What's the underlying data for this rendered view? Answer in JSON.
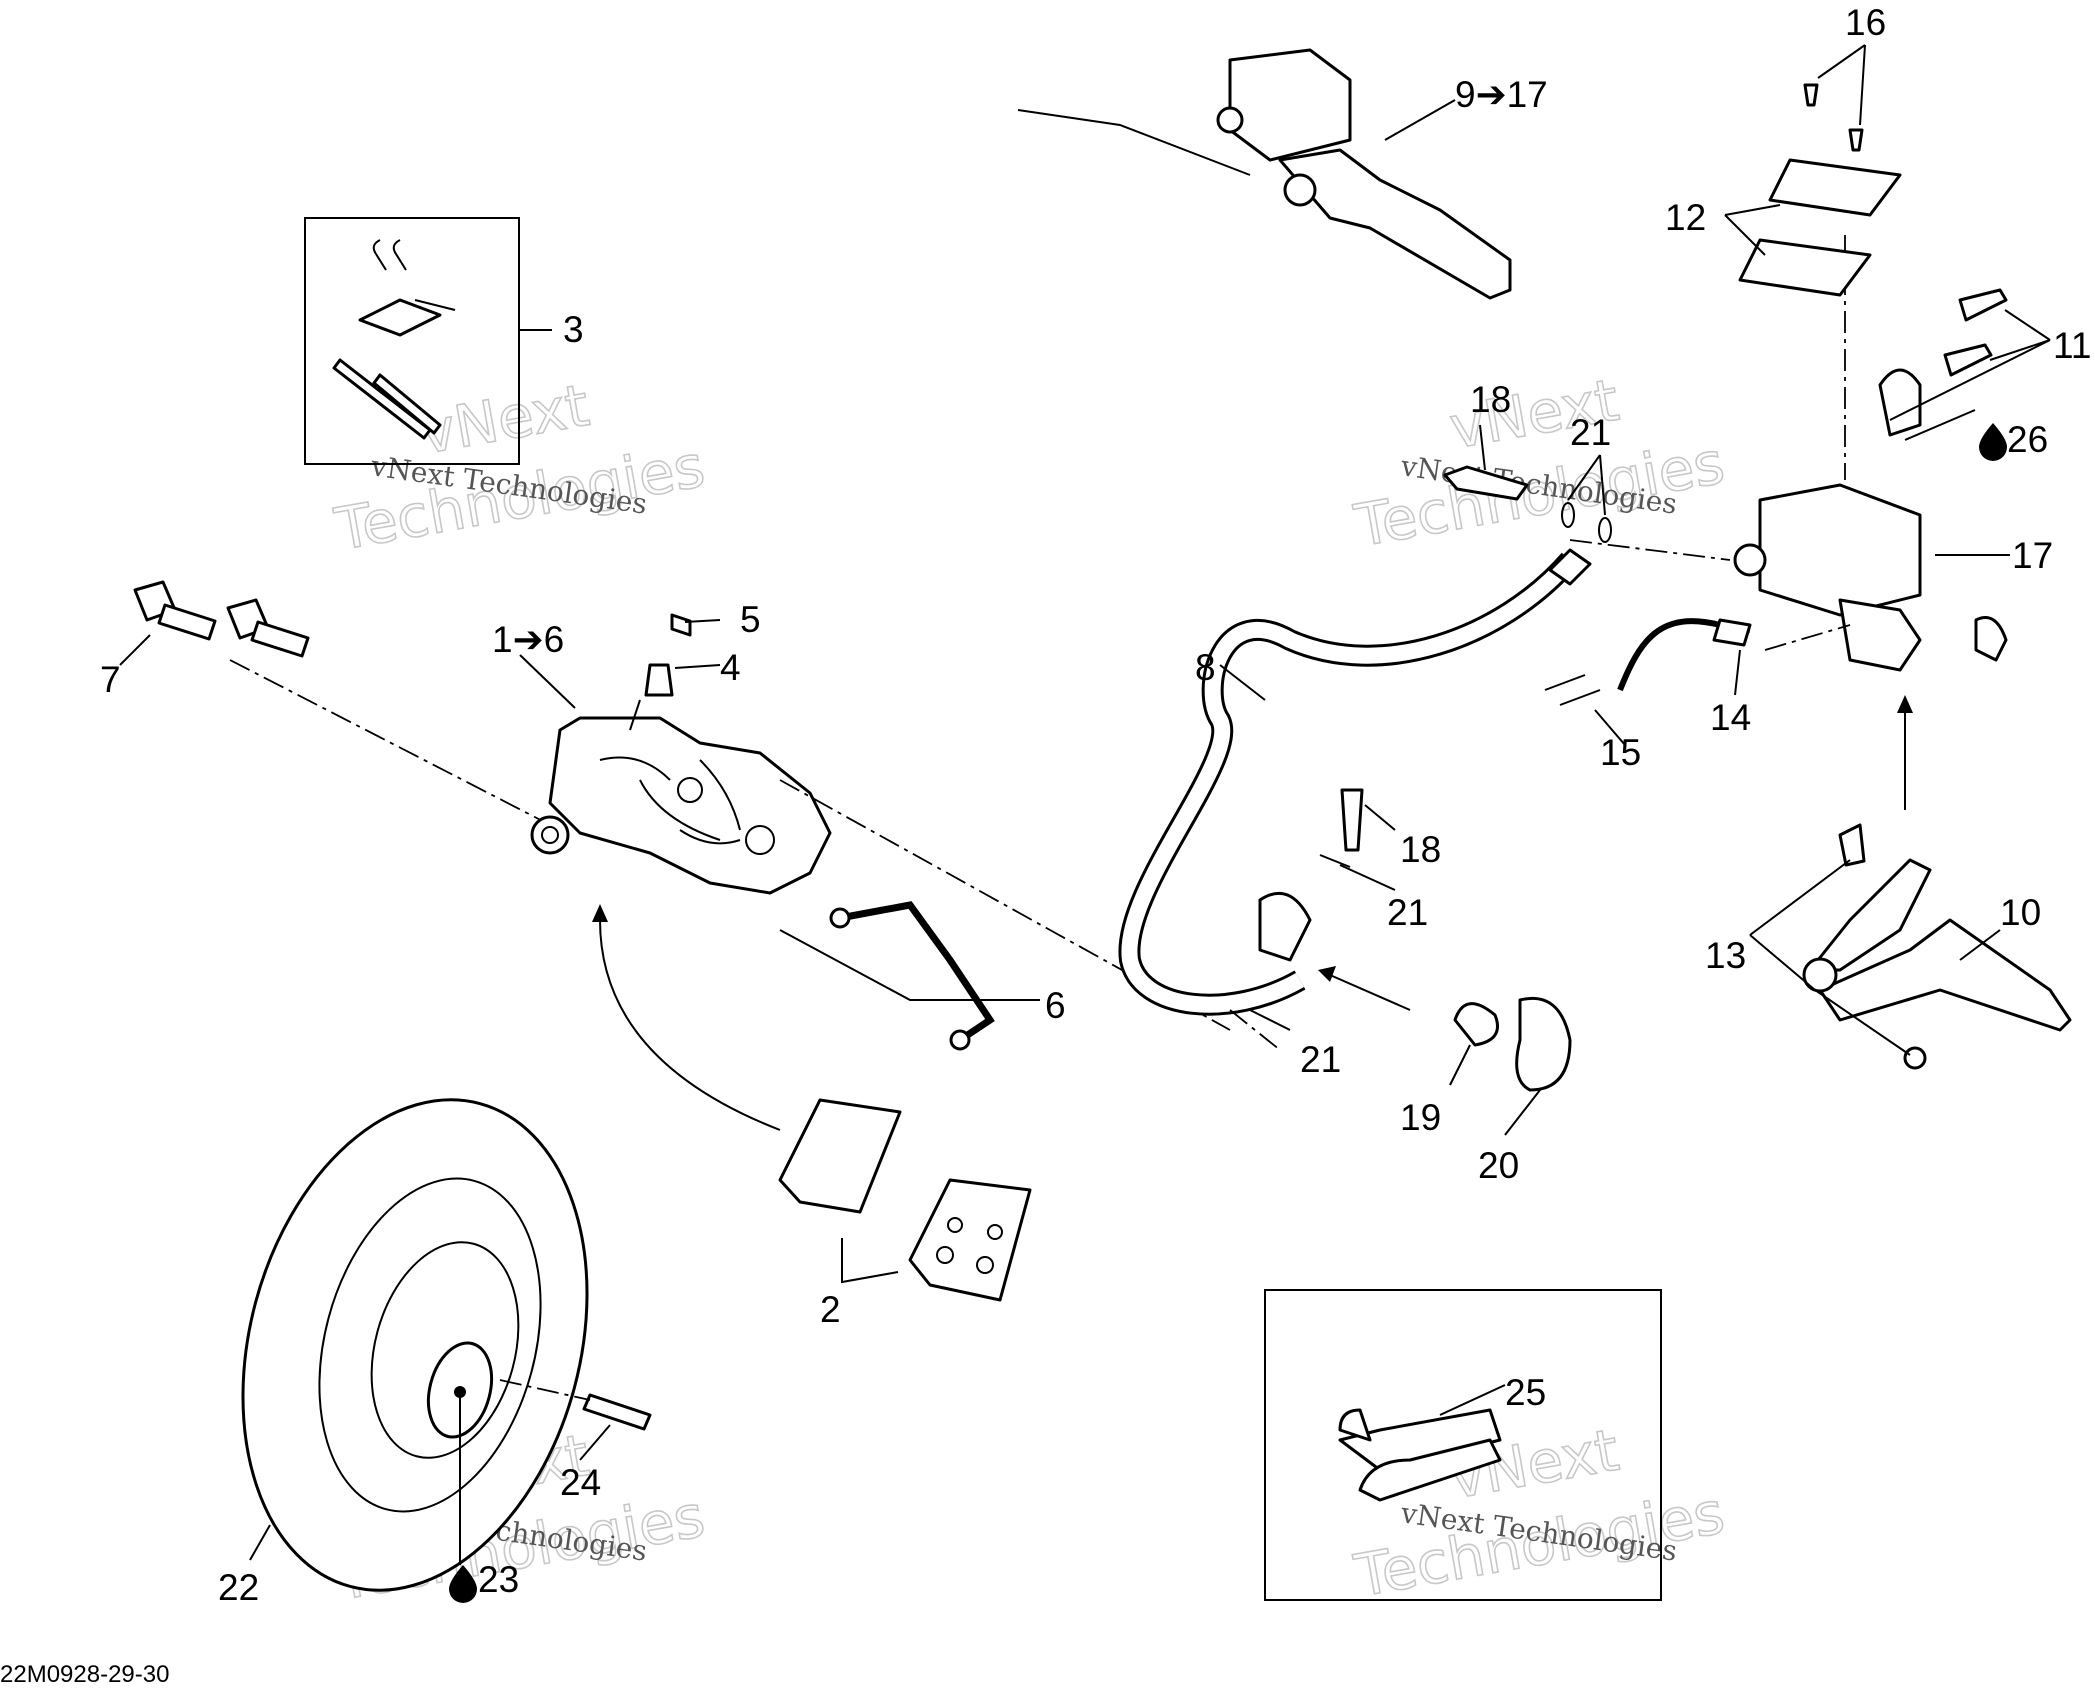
{
  "figure_code": "22M0928-29-30",
  "watermark": {
    "line1": "vNext",
    "line2": "Technologies",
    "small": "vNext Technologies"
  },
  "callouts": [
    {
      "id": "1",
      "text": "1➔6"
    },
    {
      "id": "2",
      "text": "2"
    },
    {
      "id": "3",
      "text": "3"
    },
    {
      "id": "4",
      "text": "4"
    },
    {
      "id": "5",
      "text": "5"
    },
    {
      "id": "6",
      "text": "6"
    },
    {
      "id": "7",
      "text": "7"
    },
    {
      "id": "8",
      "text": "8"
    },
    {
      "id": "9",
      "text": "9➔17"
    },
    {
      "id": "10",
      "text": "10"
    },
    {
      "id": "11",
      "text": "11"
    },
    {
      "id": "12",
      "text": "12"
    },
    {
      "id": "13",
      "text": "13"
    },
    {
      "id": "14",
      "text": "14"
    },
    {
      "id": "15",
      "text": "15"
    },
    {
      "id": "16",
      "text": "16"
    },
    {
      "id": "17",
      "text": "17"
    },
    {
      "id": "18a",
      "text": "18"
    },
    {
      "id": "18b",
      "text": "18"
    },
    {
      "id": "19",
      "text": "19"
    },
    {
      "id": "20",
      "text": "20"
    },
    {
      "id": "21a",
      "text": "21"
    },
    {
      "id": "21b",
      "text": "21"
    },
    {
      "id": "21c",
      "text": "21"
    },
    {
      "id": "22",
      "text": "22"
    },
    {
      "id": "23",
      "text": "23"
    },
    {
      "id": "24",
      "text": "24"
    },
    {
      "id": "25",
      "text": "25"
    },
    {
      "id": "26",
      "text": "26"
    }
  ],
  "icons": {
    "oil_drop": "oil-drop-icon"
  }
}
